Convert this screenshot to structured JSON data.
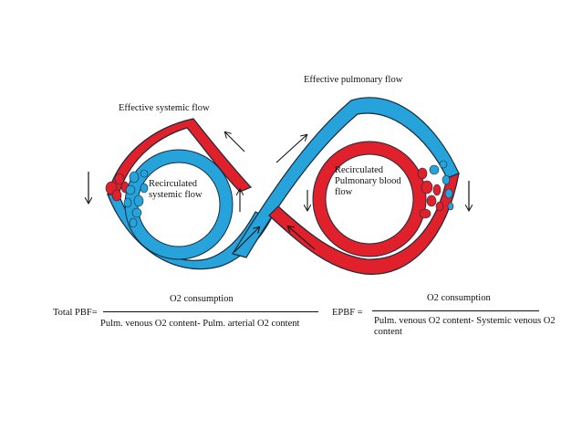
{
  "diagram": {
    "labels": {
      "effective_systemic_flow": "Effective systemic flow",
      "effective_pulmonary_flow": "Effective pulmonary flow",
      "recirculated_systemic_flow": "Recirculated systemic flow",
      "recirculated_pulmonary_flow": "Recirculated Pulmonary blood flow"
    },
    "colors": {
      "oxygenated": "#e0202a",
      "deoxygenated": "#27a3dc",
      "outline": "#1a2a3a"
    }
  },
  "equations": {
    "total_pbf": {
      "label": "Total PBF=",
      "numerator": "O2 consumption",
      "denominator": "Pulm. venous O2 content- Pulm. arterial O2 content"
    },
    "epbf": {
      "label": "EPBF =",
      "numerator": "O2 consumption",
      "denominator": "Pulm. venous O2 content- Systemic venous O2 content"
    }
  }
}
